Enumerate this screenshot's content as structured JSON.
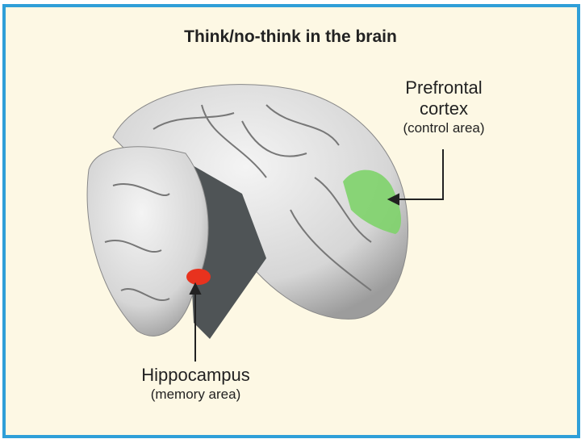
{
  "title": "Think/no-think in the brain",
  "labels": {
    "prefrontal": {
      "name_line1": "Prefrontal",
      "name_line2": "cortex",
      "sub": "(control area)"
    },
    "hippocampus": {
      "name": "Hippocampus",
      "sub": "(memory area)"
    }
  },
  "colors": {
    "border": "#2f9fd8",
    "background": "#fdf8e4",
    "prefrontal": "#7ed36a",
    "hippocampus": "#e8321e"
  }
}
